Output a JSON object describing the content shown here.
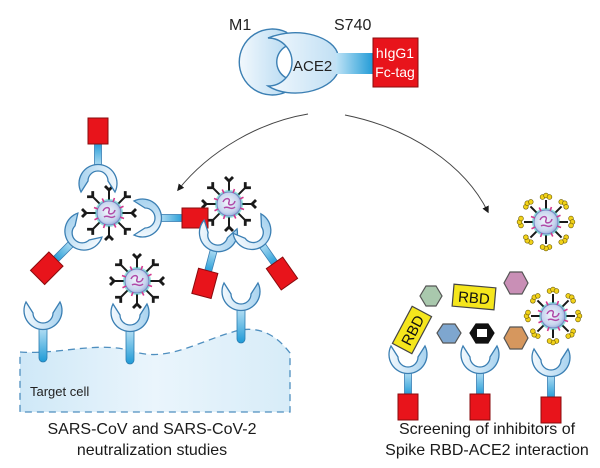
{
  "top_construct": {
    "n_terminus_label": "M1",
    "c_terminus_label": "S740",
    "receptor_label": "ACE2",
    "tag_line1": "hIgG1",
    "tag_line2": "Fc-tag"
  },
  "left_panel": {
    "cell_label": "Target cell",
    "caption_line1": "SARS-CoV and SARS-CoV-2",
    "caption_line2": "neutralization studies"
  },
  "right_panel": {
    "rbd_label_1": "RBD",
    "rbd_label_2": "RBD",
    "caption_line1": "Screening of inhibitors of",
    "caption_line2": "Spike RBD-ACE2 interaction"
  },
  "colors": {
    "ace2_fill": "#d6ecf8",
    "ace2_stroke": "#3b7fb3",
    "stalk": "#3aaee0",
    "fc_tag": "#e8141b",
    "rbd_yellow": "#f5e61c",
    "virus_core": "#c8d6ef",
    "virus_rna": "#b04aa8",
    "spike_black": "#1a1a1a",
    "spike_yellow_tip": "#f2d21a",
    "inhibitor_green": "#a9c8ad",
    "inhibitor_blue": "#7ea6cf",
    "inhibitor_pink": "#c98fb6",
    "inhibitor_orange": "#d6975e",
    "inhibitor_black": "#111111"
  }
}
